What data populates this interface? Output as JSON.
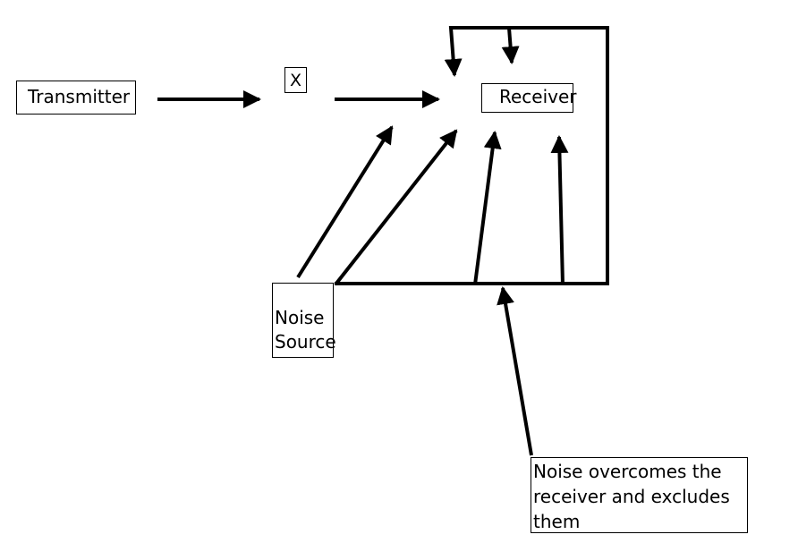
{
  "diagram": {
    "nodes": {
      "transmitter": "Transmitter",
      "x_marker": "X",
      "receiver": "Receiver",
      "noise_source": [
        "Noise",
        "Source"
      ],
      "annotation": [
        "Noise overcomes the",
        "receiver and excludes",
        "them"
      ]
    },
    "edges": [
      {
        "from": "transmitter",
        "to": "x_marker"
      },
      {
        "from": "x_marker",
        "to": "receiver"
      },
      {
        "from": "noise_source",
        "to": "receiver"
      },
      {
        "from": "noise_source",
        "to": "receiver"
      },
      {
        "from": "noise_source",
        "to": "receiver"
      },
      {
        "from": "noise_source",
        "to": "receiver"
      },
      {
        "from": "noise_source",
        "to": "receiver",
        "via": "enclosing loop"
      },
      {
        "from": "annotation",
        "to": "noise_source",
        "via": "loop base"
      }
    ]
  }
}
